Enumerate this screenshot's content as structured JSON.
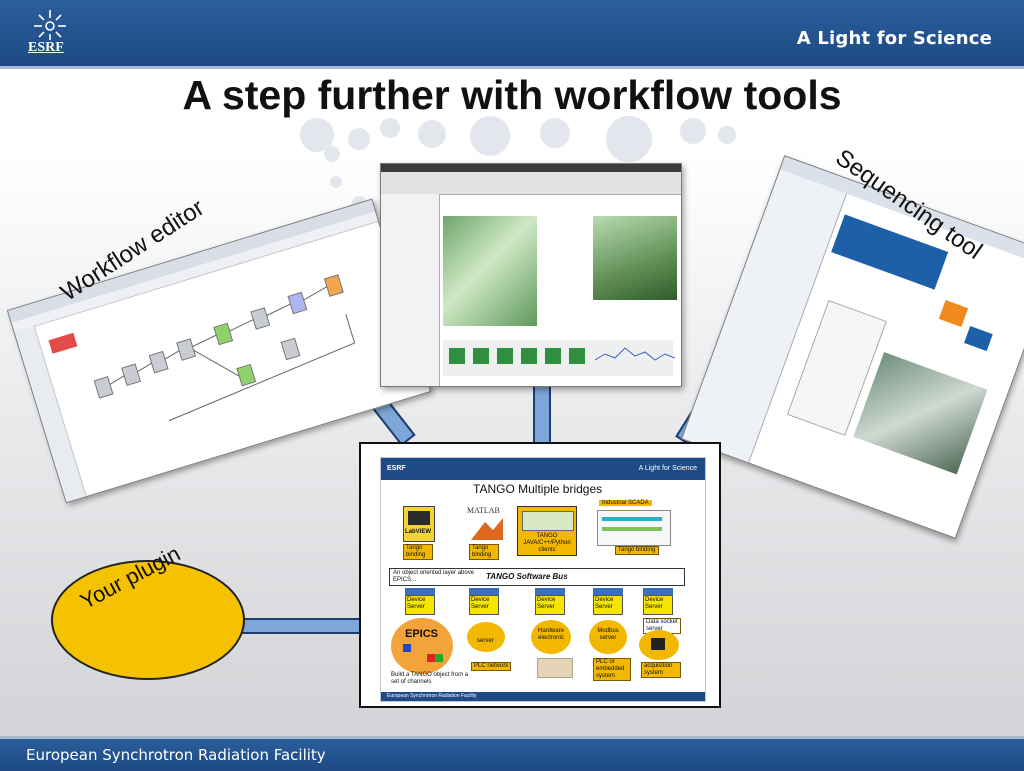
{
  "header": {
    "logo_text": "ESRF",
    "tagline": "A Light for Science"
  },
  "title": "A step further with workflow tools",
  "labels": {
    "workflow_editor": "Workflow editor",
    "sequencing_tool": "Sequencing tool",
    "your_plugin": "Your plugin"
  },
  "footer": {
    "text": "European Synchrotron Radiation Facility"
  },
  "center_slide": {
    "logo_text": "ESRF",
    "tagline": "A Light for Science",
    "title": "TANGO Multiple bridges",
    "industrial": "Industrial SCADA",
    "labview": "LabVIEW",
    "matlab": "MATLAB",
    "tango_clients": "TANGO JAVA/C++/Python clients",
    "tango_binding": "Tango binding",
    "tango_binding_2": "Tango binding",
    "tango_binding_3": "Tango binding",
    "layer_text": "An object oriented layer above EPICS...",
    "bus": "TANGO Software Bus",
    "device_server": "Device Server",
    "epics": "EPICS",
    "epics_note": "Build a TANGO object from a set of channels",
    "plc_server": "server",
    "plc_network": "PLC network",
    "hardware": "Hardware electronic",
    "modbus": "Modbus server",
    "plc_embedded": "PLC or embedded system",
    "data_socket": "Data socket server",
    "acquisition": "acquisition system",
    "footer": "European Synchrotron Radiation Facility"
  },
  "colors": {
    "brand_blue": "#1e4b85",
    "connector": "#7ea6d8",
    "plugin": "#f5c200"
  }
}
